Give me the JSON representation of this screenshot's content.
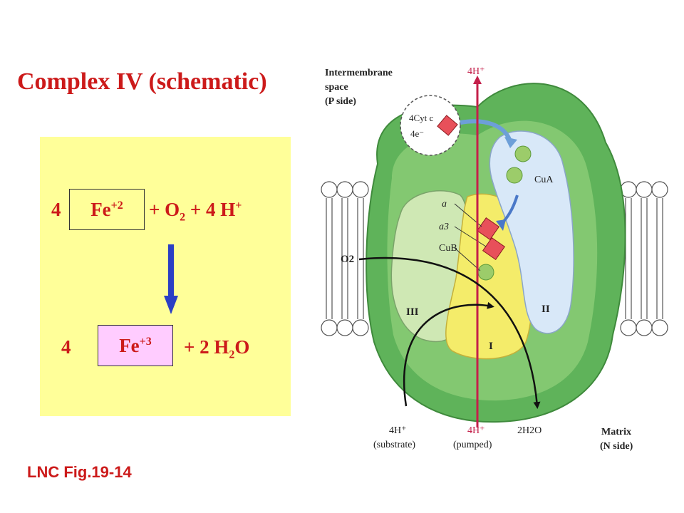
{
  "title": "Complex IV (schematic)",
  "reaction": {
    "reactant_coef": "4",
    "reactant_fe": "Fe",
    "reactant_fe_charge": "+2",
    "reactant_rest_1": "+  O",
    "reactant_o_sub": "2",
    "reactant_rest_2": " + 4 H",
    "reactant_h_charge": "+",
    "product_coef": "4",
    "product_fe": "Fe",
    "product_fe_charge": "+3",
    "product_rest_1": "+  2 H",
    "product_h_sub": "2",
    "product_rest_2": "O"
  },
  "figure": {
    "intermembrane_line1": "Intermembrane",
    "intermembrane_line2": "space",
    "p_side": "(P side)",
    "top_protons": "4H⁺",
    "cyt_label": "4Cyt c",
    "electron_label": "4e⁻",
    "cua_label": "CuA",
    "heme_a": "a",
    "heme_a3": "a3",
    "cub_label": "CuB",
    "o2_label": "O2",
    "subunit_III": "III",
    "subunit_II": "II",
    "subunit_I": "I",
    "substrate_protons": "4H⁺",
    "substrate_note": "(substrate)",
    "pumped_protons": "4H⁺",
    "pumped_note": "(pumped)",
    "water_label": "2H2O",
    "matrix_line1": "Matrix",
    "matrix_line2": "(N side)"
  },
  "credit": "LNC Fig.19-14",
  "colors": {
    "title_red": "#cc1a1a",
    "panel_yellow": "#ffff99",
    "arrow_blue": "#2b3fc4",
    "fe3_pink": "#ffccff",
    "protein_green": "#5fb35a",
    "membrane_green": "#8fcf7a",
    "subunit_ii_blue": "#d8e8f8",
    "subunit_i_yellow": "#f4ec6a",
    "proton_channel_red": "#c41f4a"
  }
}
